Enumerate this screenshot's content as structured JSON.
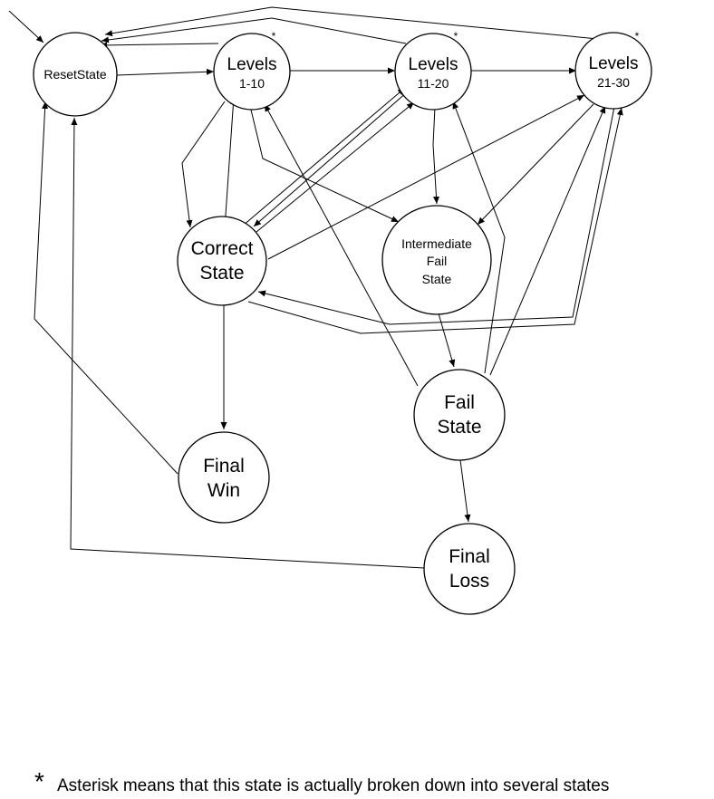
{
  "nodes": {
    "reset": {
      "label": "ResetState"
    },
    "levels_1_10": {
      "title": "Levels",
      "range": "1-10",
      "marker": "*"
    },
    "levels_11_20": {
      "title": "Levels",
      "range": "11-20",
      "marker": "*"
    },
    "levels_21_30": {
      "title": "Levels",
      "range": "21-30",
      "marker": "*"
    },
    "correct": {
      "line1": "Correct",
      "line2": "State"
    },
    "intermediate": {
      "line1": "Intermediate",
      "line2": "Fail",
      "line3": "State"
    },
    "fail": {
      "line1": "Fail",
      "line2": "State"
    },
    "final_win": {
      "line1": "Final",
      "line2": "Win"
    },
    "final_loss": {
      "line1": "Final",
      "line2": "Loss"
    }
  },
  "footnote": {
    "marker": "*",
    "text": "Asterisk means that this state is actually broken down into several states"
  }
}
